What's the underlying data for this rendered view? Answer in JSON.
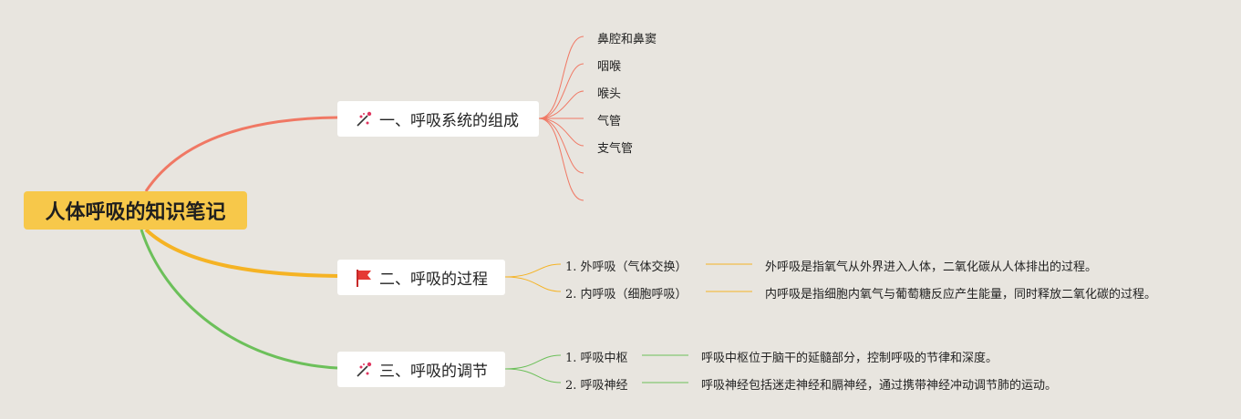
{
  "root": {
    "title": "人体呼吸的知识笔记"
  },
  "branches": [
    {
      "title": "一、呼吸系统的组成",
      "icon": "sparkle-icon",
      "color": "#f07864",
      "leaves": [
        "鼻腔和鼻窦",
        "咽喉",
        "喉头",
        "气管",
        "支气管",
        "",
        ""
      ]
    },
    {
      "title": "二、呼吸的过程",
      "icon": "red-flag-icon",
      "color": "#f5b324",
      "items": [
        {
          "label": "1. 外呼吸（气体交换）",
          "desc": "外呼吸是指氧气从外界进入人体，二氧化碳从人体排出的过程。"
        },
        {
          "label": "2. 内呼吸（细胞呼吸）",
          "desc": "内呼吸是指细胞内氧气与葡萄糖反应产生能量，同时释放二氧化碳的过程。"
        }
      ]
    },
    {
      "title": "三、呼吸的调节",
      "icon": "sparkle-icon",
      "color": "#6cc05a",
      "items": [
        {
          "label": "1. 呼吸中枢",
          "desc": "呼吸中枢位于脑干的延髓部分，控制呼吸的节律和深度。"
        },
        {
          "label": "2. 呼吸神经",
          "desc": "呼吸神经包括迷走神经和膈神经，通过携带神经冲动调节肺的运动。"
        }
      ]
    }
  ]
}
